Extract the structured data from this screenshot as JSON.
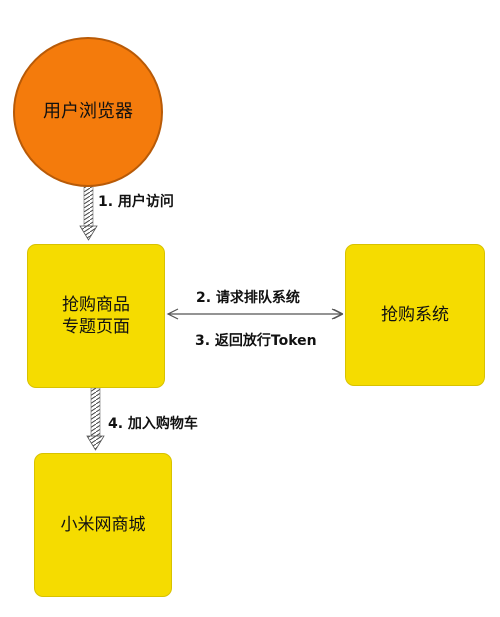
{
  "nodes": {
    "browser": "用户浏览器",
    "promo_page_line1": "抢购商品",
    "promo_page_line2": "专题页面",
    "queue_system": "抢购系统",
    "mall": "小米网商城"
  },
  "edges": {
    "user_visit": "1. 用户访问",
    "request_queue": "2. 请求排队系统",
    "return_token": "3. 返回放行Token",
    "add_to_cart": "4. 加入购物车"
  },
  "colors": {
    "browser_fill": "#f47b0c",
    "box_fill": "#f5dc00",
    "arrow": "#555555"
  }
}
